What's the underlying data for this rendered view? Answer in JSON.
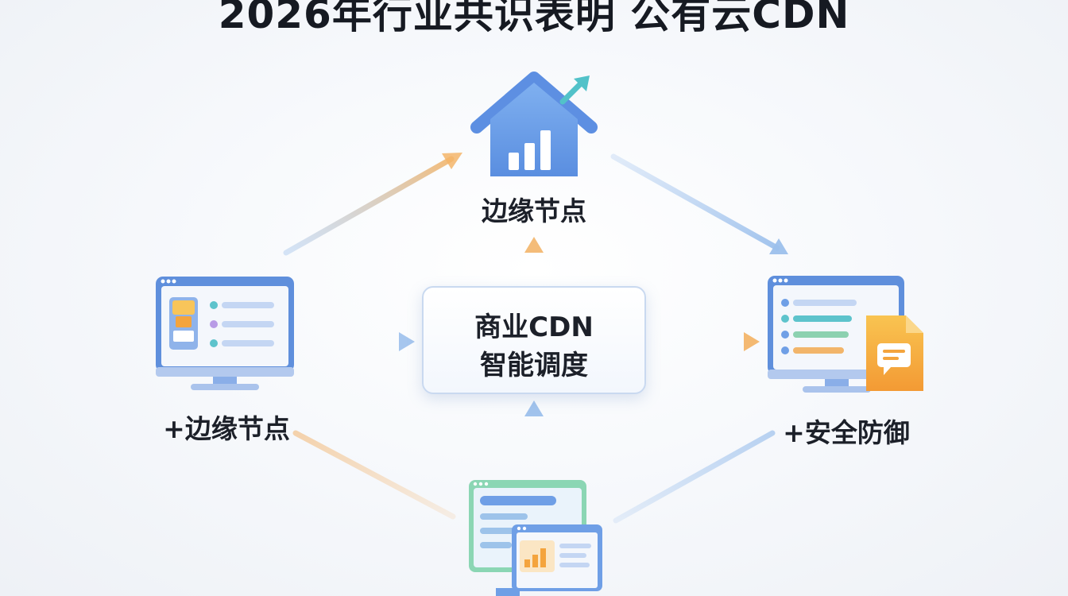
{
  "title": "2026年行业共识表明 公有云CDN",
  "nodes": {
    "top": {
      "label": "边缘节点",
      "icon": "house-chart-icon"
    },
    "left": {
      "label": "+边缘节点",
      "icon": "monitor-icon"
    },
    "right": {
      "label": "+安全防御",
      "icon": "monitor-document-icon"
    },
    "bottom": {
      "icon": "dashboard-screens-icon"
    },
    "center": {
      "line1": "商业CDN",
      "line2": "智能调度"
    }
  },
  "colors": {
    "arrow_orange": "#f3b56a",
    "arrow_blue": "#9cc0ec",
    "icon_blue": "#6f9fe6",
    "icon_orange": "#f5a33c"
  }
}
